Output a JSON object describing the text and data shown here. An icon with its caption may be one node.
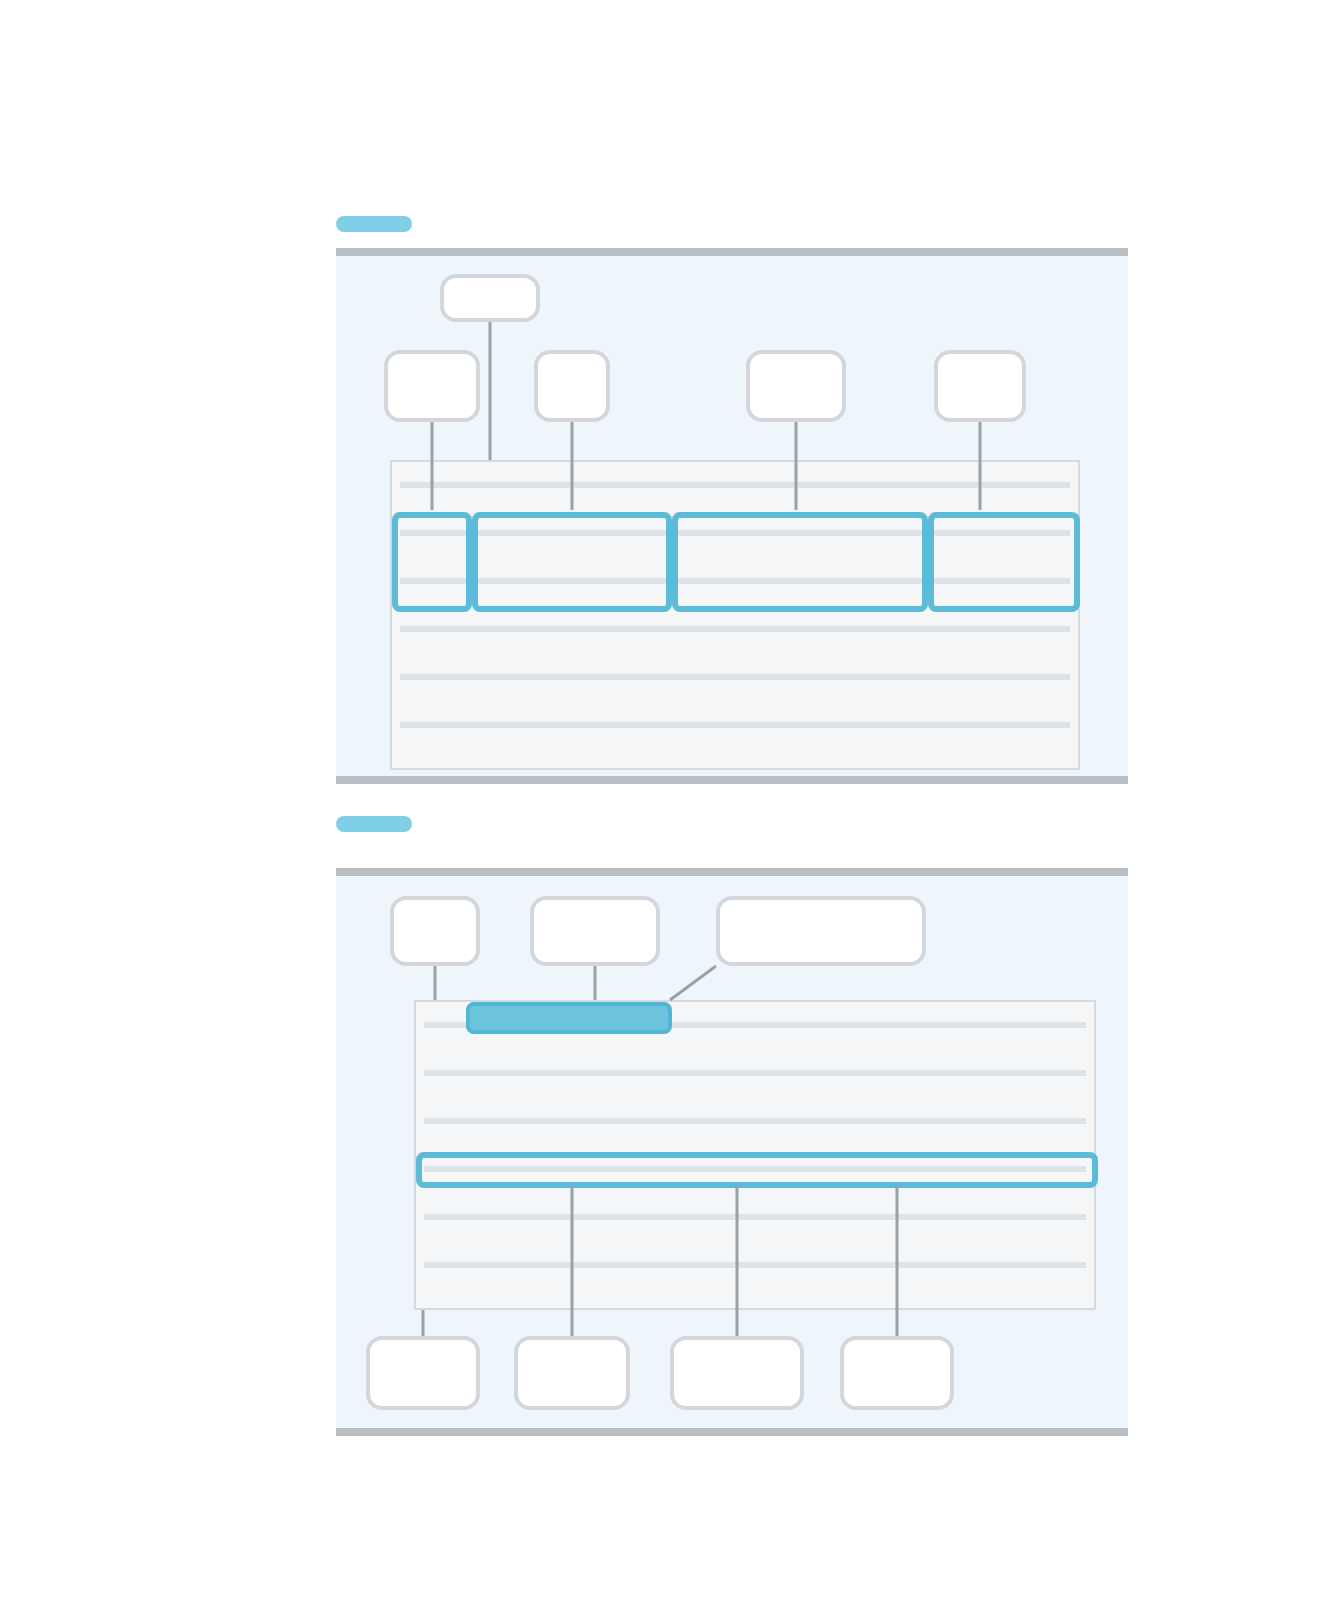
{
  "diagram": {
    "nodes": [
      {
        "text": [],
        "shape": "box"
      },
      {
        "text": [],
        "shape": "box"
      },
      {
        "text": [],
        "shape": "box"
      },
      {
        "text": [],
        "shape": "box"
      },
      {
        "text": [],
        "shape": "box"
      },
      {
        "text": [],
        "shape": "picture"
      },
      {
        "text": [],
        "shape": "box",
        "in": 5
      },
      {
        "text": [],
        "shape": "box",
        "in": 5
      },
      {
        "text": [],
        "shape": "box",
        "in": 5
      },
      {
        "text": [],
        "shape": "box",
        "in": 5
      },
      {
        "text": [],
        "shape": "box"
      },
      {
        "text": [],
        "shape": "box"
      },
      {
        "text": [],
        "shape": "box"
      },
      {
        "text": [],
        "shape": "picture"
      },
      {
        "text": [],
        "shape": "box",
        "in": 13
      },
      {
        "text": [],
        "shape": "box",
        "in": 13
      },
      {
        "text": [],
        "shape": "box"
      },
      {
        "text": [],
        "shape": "box"
      },
      {
        "text": [],
        "shape": "box"
      },
      {
        "text": [],
        "shape": "box"
      }
    ],
    "edges": [
      {
        "from": 0,
        "to": 5,
        "arrow": "none"
      },
      {
        "from": 1,
        "to": 6,
        "arrow": "none"
      },
      {
        "from": 2,
        "to": 7,
        "arrow": "none"
      },
      {
        "from": 3,
        "to": 8,
        "arrow": "none"
      },
      {
        "from": 4,
        "to": 9,
        "arrow": "none"
      },
      {
        "from": 10,
        "to": 13,
        "arrow": "none"
      },
      {
        "from": 11,
        "to": 14,
        "arrow": "none"
      },
      {
        "from": 12,
        "to": 14,
        "arrow": "none"
      },
      {
        "from": 16,
        "to": 13,
        "arrow": "none"
      },
      {
        "from": 17,
        "to": 15,
        "arrow": "none"
      },
      {
        "from": 18,
        "to": 15,
        "arrow": "none"
      },
      {
        "from": 19,
        "to": 15,
        "arrow": "none"
      }
    ]
  }
}
